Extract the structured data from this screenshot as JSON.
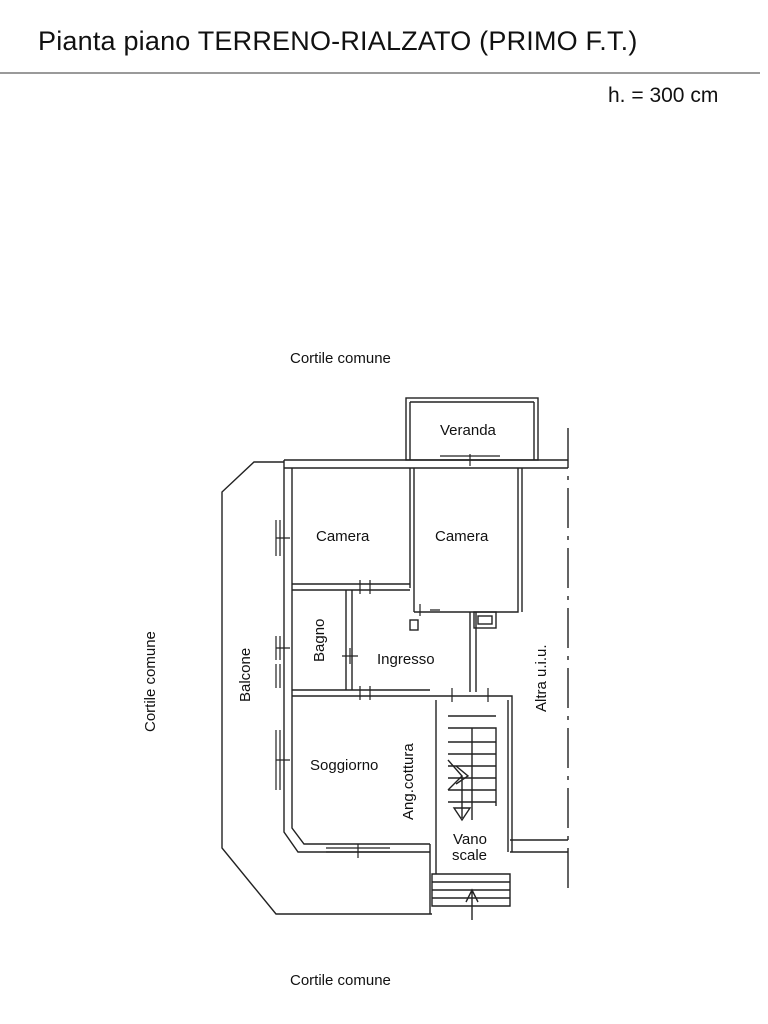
{
  "header": {
    "title": "Pianta piano TERRENO-RIALZATO (PRIMO F.T.)",
    "height_note": "h. = 300 cm"
  },
  "plan": {
    "labels": {
      "cortile_top": "Cortile comune",
      "cortile_bottom": "Cortile comune",
      "cortile_left": "Cortile comune",
      "veranda": "Veranda",
      "camera_1": "Camera",
      "camera_2": "Camera",
      "bagno": "Bagno",
      "ingresso": "Ingresso",
      "balcone": "Balcone",
      "soggiorno": "Soggiorno",
      "ang_cottura": "Ang.cottura",
      "vano_scale_line1": "Vano",
      "vano_scale_line2": "scale",
      "altra_uiu": "Altra u.i.u."
    }
  }
}
